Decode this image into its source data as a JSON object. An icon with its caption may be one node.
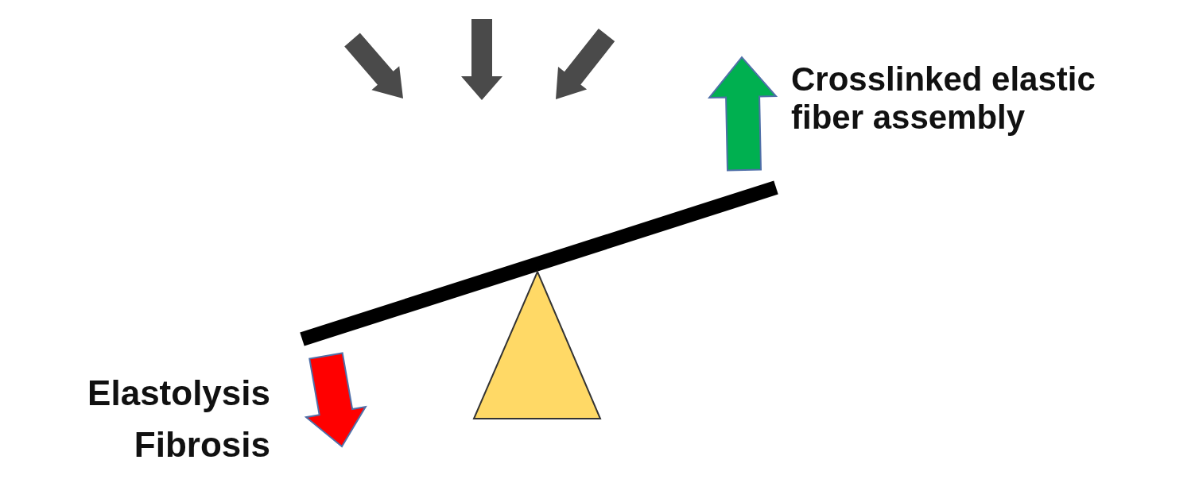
{
  "diagram": {
    "labels": [
      "Crosslinked elastic fiber assembly",
      "Elastolysis",
      "Fibrosis"
    ]
  }
}
